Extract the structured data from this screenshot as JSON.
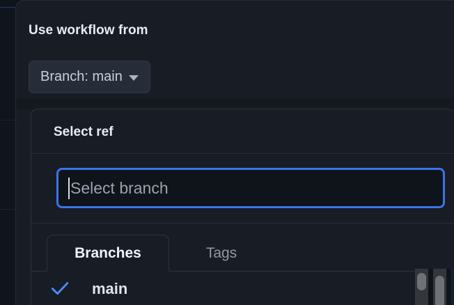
{
  "dialog": {
    "heading": "Use workflow from",
    "branch_button": {
      "label": "Branch: main",
      "caret_icon": "chevron-down-icon"
    }
  },
  "ref_panel": {
    "title": "Select ref",
    "search": {
      "value": "",
      "placeholder": "Select branch",
      "focused": true
    },
    "tabs": [
      {
        "label": "Branches",
        "active": true
      },
      {
        "label": "Tags",
        "active": false
      }
    ],
    "items": [
      {
        "label": "main",
        "selected": true,
        "check_icon": "check-icon"
      }
    ]
  },
  "scrollbars": [
    {
      "name": "inner-vertical-scrollbar"
    },
    {
      "name": "outer-vertical-scrollbar"
    }
  ],
  "colors": {
    "accent_blue": "#3b74e8",
    "check_blue": "#4a8bf5",
    "dialog_bg": "#181c25",
    "input_bg": "#0f131a",
    "button_bg": "#272d38",
    "border": "#2c333e",
    "text_primary": "#e7edf3",
    "text_muted": "#9099a4"
  }
}
